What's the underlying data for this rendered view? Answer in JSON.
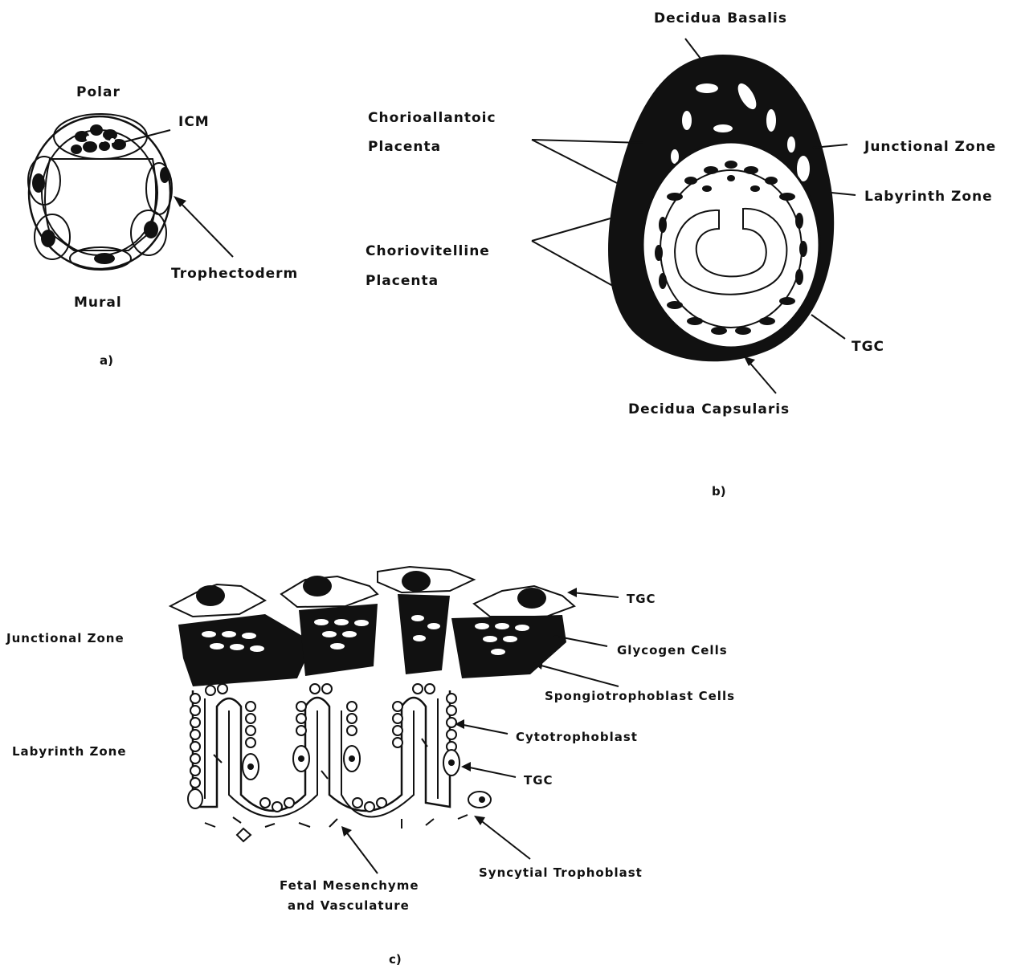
{
  "panel_a": {
    "polar": "Polar",
    "icm": "ICM",
    "trophectoderm": "Trophectoderm",
    "mural": "Mural",
    "caption": "a)"
  },
  "panel_b": {
    "decidua_basalis": "Decidua Basalis",
    "chorioallantoic_1": "Chorioallantoic",
    "chorioallantoic_2": "Placenta",
    "choriovitelline_1": "Choriovitelline",
    "choriovitelline_2": "Placenta",
    "junctional_zone": "Junctional Zone",
    "labyrinth_zone": "Labyrinth Zone",
    "tgc": "TGC",
    "decidua_capsularis": "Decidua Capsularis",
    "caption": "b)"
  },
  "panel_c": {
    "junctional_zone": "Junctional Zone",
    "labyrinth_zone": "Labyrinth Zone",
    "tgc_top": "TGC",
    "glycogen_cells": "Glycogen Cells",
    "spongiotrophoblast": "Spongiotrophoblast Cells",
    "cytotrophoblast": "Cytotrophoblast",
    "tgc_mid": "TGC",
    "syncytial": "Syncytial Trophoblast",
    "fetal_1": "Fetal Mesenchyme",
    "fetal_2": "and Vasculature",
    "caption": "c)"
  }
}
